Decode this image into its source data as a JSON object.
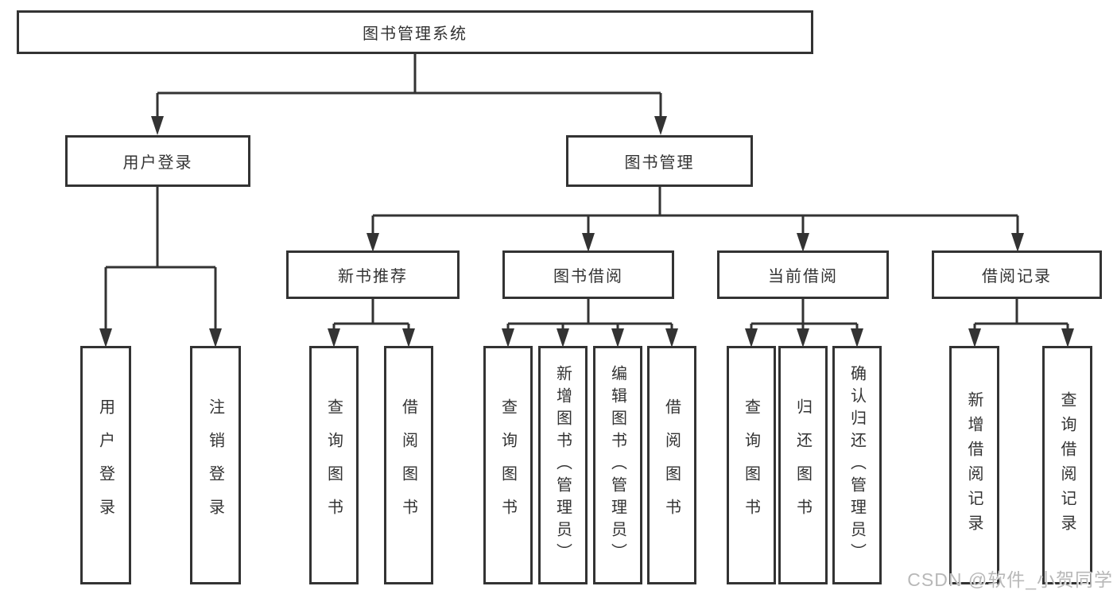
{
  "tree": {
    "root": {
      "label": "图书管理系统",
      "children": [
        {
          "label": "用户登录",
          "children": [
            {
              "label": "用户登录"
            },
            {
              "label": "注销登录"
            }
          ]
        },
        {
          "label": "图书管理",
          "children": [
            {
              "label": "新书推荐",
              "children": [
                {
                  "label": "查询图书"
                },
                {
                  "label": "借阅图书"
                }
              ]
            },
            {
              "label": "图书借阅",
              "children": [
                {
                  "label": "查询图书"
                },
                {
                  "label": "新增图书（管理员）"
                },
                {
                  "label": "编辑图书（管理员）"
                },
                {
                  "label": "借阅图书"
                }
              ]
            },
            {
              "label": "当前借阅",
              "children": [
                {
                  "label": "查询图书"
                },
                {
                  "label": "归还图书"
                },
                {
                  "label": "确认归还（管理员）"
                }
              ]
            },
            {
              "label": "借阅记录",
              "children": [
                {
                  "label": "新增借阅记录"
                },
                {
                  "label": "查询借阅记录"
                }
              ]
            }
          ]
        }
      ]
    }
  },
  "watermark": {
    "text": "CSDN @软件_小贺同学"
  },
  "colors": {
    "line": "#333333",
    "box_border": "#333333",
    "box_background": "#ffffff",
    "text": "#333333",
    "watermark": "#b8b8b8",
    "page_background": "#ffffff"
  }
}
